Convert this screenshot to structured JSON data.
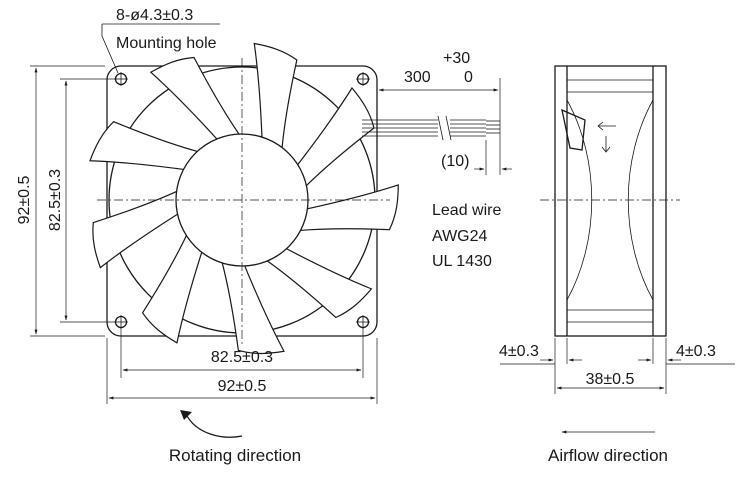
{
  "front_view": {
    "mounting_hole_callout": "8-ø4.3±0.3",
    "mounting_hole_label": "Mounting hole",
    "height_outer": "92±0.5",
    "height_pitch": "82.5±0.3",
    "width_pitch": "82.5±0.3",
    "width_outer": "92±0.5",
    "caption": "Rotating direction"
  },
  "lead_wire": {
    "length": "300",
    "tol_plus": "+30",
    "tol_minus": "0",
    "strip_length": "(10)",
    "label_line1": "Lead wire",
    "label_line2": "AWG24",
    "label_line3": "UL 1430"
  },
  "side_view": {
    "flange_left": "4±0.3",
    "flange_right": "4±0.3",
    "depth": "38±0.5",
    "caption": "Airflow direction"
  }
}
